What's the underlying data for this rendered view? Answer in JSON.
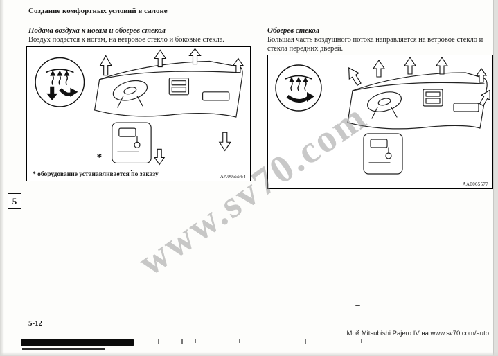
{
  "header": "Создание комфортных условий в салоне",
  "watermark": "www.sv70.com",
  "tab": "5",
  "page_number": "5-12",
  "footer": "Мой Mitsubishi Pajero IV на www.sv70.com/auto",
  "left": {
    "title": "Подача воздуха к ногам и обогрев стекол",
    "body": "Воздух подастся к ногам, на ветровое стекло и боковые стекла.",
    "figure_note": "* оборудование устанавливается по заказу",
    "figure_code": "AA0065564",
    "icon": "air-to-feet-and-windshield-icon"
  },
  "right": {
    "title": "Обогрев стекол",
    "body": "Большая часть воздушного потока направляется на ветровое стекло и стекла передних дверей.",
    "figure_code": "AA0065577",
    "icon": "windshield-defrost-icon"
  }
}
